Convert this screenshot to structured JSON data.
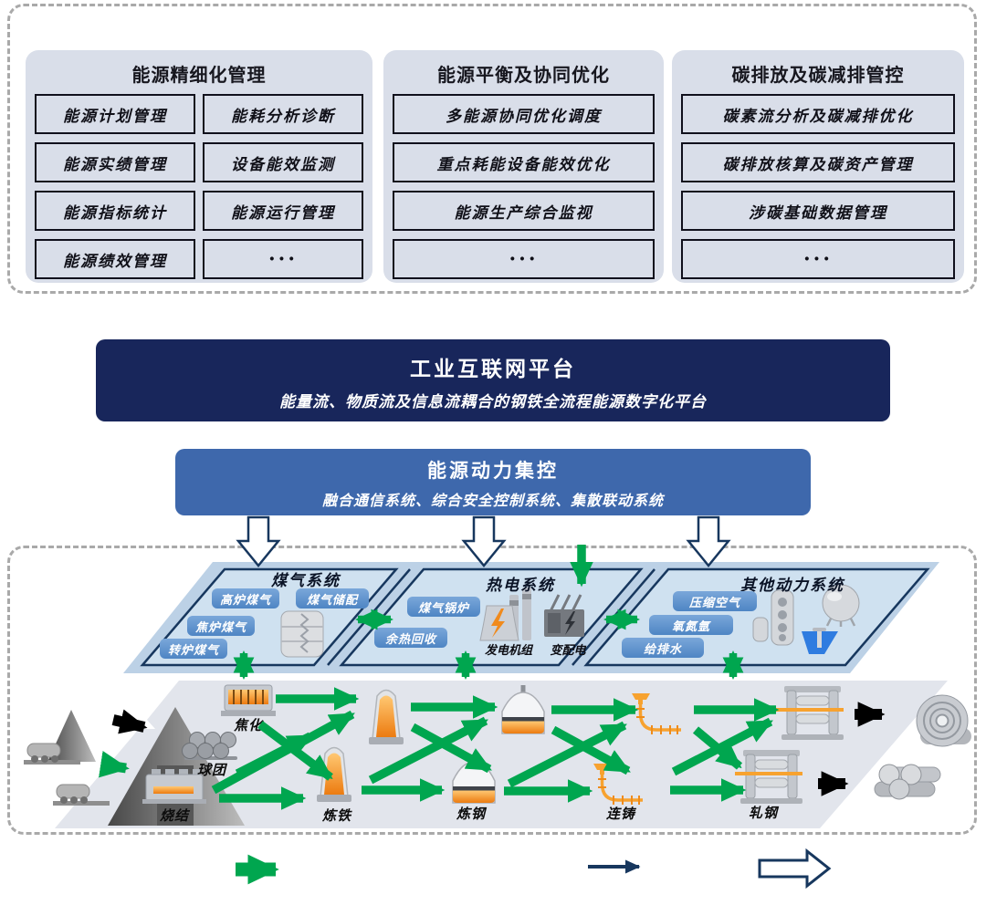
{
  "top_panels": [
    {
      "title": "能源精细化管理",
      "items": [
        "能源计划管理",
        "能耗分析诊断",
        "能源实绩管理",
        "设备能效监测",
        "能源指标统计",
        "能源运行管理",
        "能源绩效管理",
        "···"
      ]
    },
    {
      "title": "能源平衡及协同优化",
      "items": [
        "多能源协同优化调度",
        "重点耗能设备能效优化",
        "能源生产综合监视",
        "···"
      ]
    },
    {
      "title": "碳排放及碳减排管控",
      "items": [
        "碳素流分析及碳减排优化",
        "碳排放核算及碳资产管理",
        "涉碳基础数据管理",
        "···"
      ]
    }
  ],
  "platform_banner": {
    "title": "工业互联网平台",
    "subtitle": "能量流、物质流及信息流耦合的钢铁全流程能源数字化平台"
  },
  "control_banner": {
    "title": "能源动力集控",
    "subtitle": "融合通信系统、综合安全控制系统、集散联动系统"
  },
  "energy_layer": {
    "gas_system": {
      "title": "煤气系统",
      "pills": [
        "高炉煤气",
        "焦炉煤气",
        "转炉煤气",
        "煤气储配"
      ],
      "icon": "gas-holder-icon"
    },
    "thermal_system": {
      "title": "热电系统",
      "pills": [
        "煤气锅炉",
        "余热回收"
      ],
      "equipment": [
        {
          "label": "发电机组",
          "icon": "power-plant-icon"
        },
        {
          "label": "变配电",
          "icon": "transformer-icon"
        }
      ]
    },
    "other_system": {
      "title": "其他动力系统",
      "pills": [
        "压缩空气",
        "氧氮氩",
        "给排水"
      ],
      "icons": [
        "air-separation-column-icon",
        "spherical-tank-icon",
        "water-treatment-icon"
      ]
    }
  },
  "process_flow": {
    "stages": [
      "焦化",
      "球团",
      "烧结",
      "炼铁",
      "炼钢",
      "连铸",
      "轧钢"
    ],
    "output_icons": [
      "steel-coil-icon",
      "steel-bars-icon"
    ],
    "input_icons": [
      "raw-material-pile-icon",
      "truck-icon"
    ]
  },
  "legend": {
    "arrows": [
      {
        "name": "green-solid-arrow",
        "color": "#00A64F"
      },
      {
        "name": "navy-thin-arrow",
        "color": "#17375E"
      },
      {
        "name": "navy-outline-arrow",
        "color": "#17375E"
      }
    ]
  },
  "colors": {
    "background": "#FFFFFF",
    "dashed_border": "#A9A9A9",
    "panel_fill": "#D9DEE9",
    "banner_dark": "#18265B",
    "banner_mid": "#3E68AC",
    "band_fill": "#BCD1E6",
    "section_fill": "#CFE1F0",
    "section_border": "#17375E",
    "pill_fill": "#5B90CC",
    "floor_fill": "#E2E5EC",
    "flow_green": "#00A64F",
    "accent_orange": "#EC7B10"
  }
}
